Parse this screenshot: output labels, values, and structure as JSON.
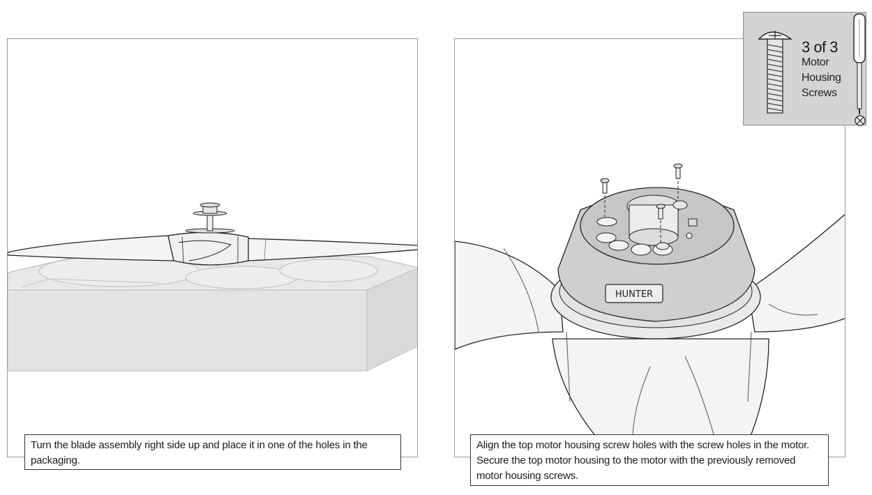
{
  "steps": [
    {
      "caption": "Turn the blade assembly right side up and place it in one of the holes in the packaging."
    },
    {
      "caption": "Align the top motor housing screw holes with the screw holes in the motor. Secure the top motor housing to the motor with the previously removed motor housing screws."
    }
  ],
  "parts_callout": {
    "quantity": "3 of 3",
    "name_lines": [
      "Motor",
      "Housing",
      "Screws"
    ]
  },
  "housing_badge": "HUNTER",
  "colors": {
    "foam": "#e6e6e6",
    "foam_side": "#dedede",
    "housing": "#cfcfcf",
    "callout_bg": "#d4d4d4",
    "line": "#222222"
  }
}
